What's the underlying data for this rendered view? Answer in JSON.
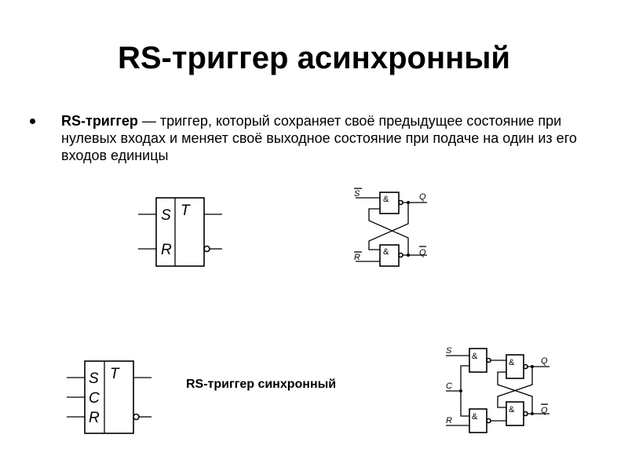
{
  "slide": {
    "title": "RS-триггер асинхронный",
    "bullet_term": "RS-триггер",
    "bullet_text": " — триггер, который сохраняет своё предыдущее состояние при нулевых входах и меняет своё выходное состояние при подаче на один из его входов единицы",
    "caption": "RS-триггер синхронный"
  },
  "symbol_async": {
    "in_1": "S",
    "in_2": "R",
    "out": "T"
  },
  "symbol_sync": {
    "in_1": "S",
    "in_2": "C",
    "in_3": "R",
    "out": "T"
  },
  "gates_async": {
    "gate": "&",
    "in_s": "S",
    "in_r": "R",
    "out_q": "Q",
    "out_nq": "Q"
  },
  "gates_sync": {
    "gate": "&",
    "in_s": "S",
    "in_c": "C",
    "in_r": "R",
    "out_q": "Q",
    "out_nq": "Q"
  }
}
